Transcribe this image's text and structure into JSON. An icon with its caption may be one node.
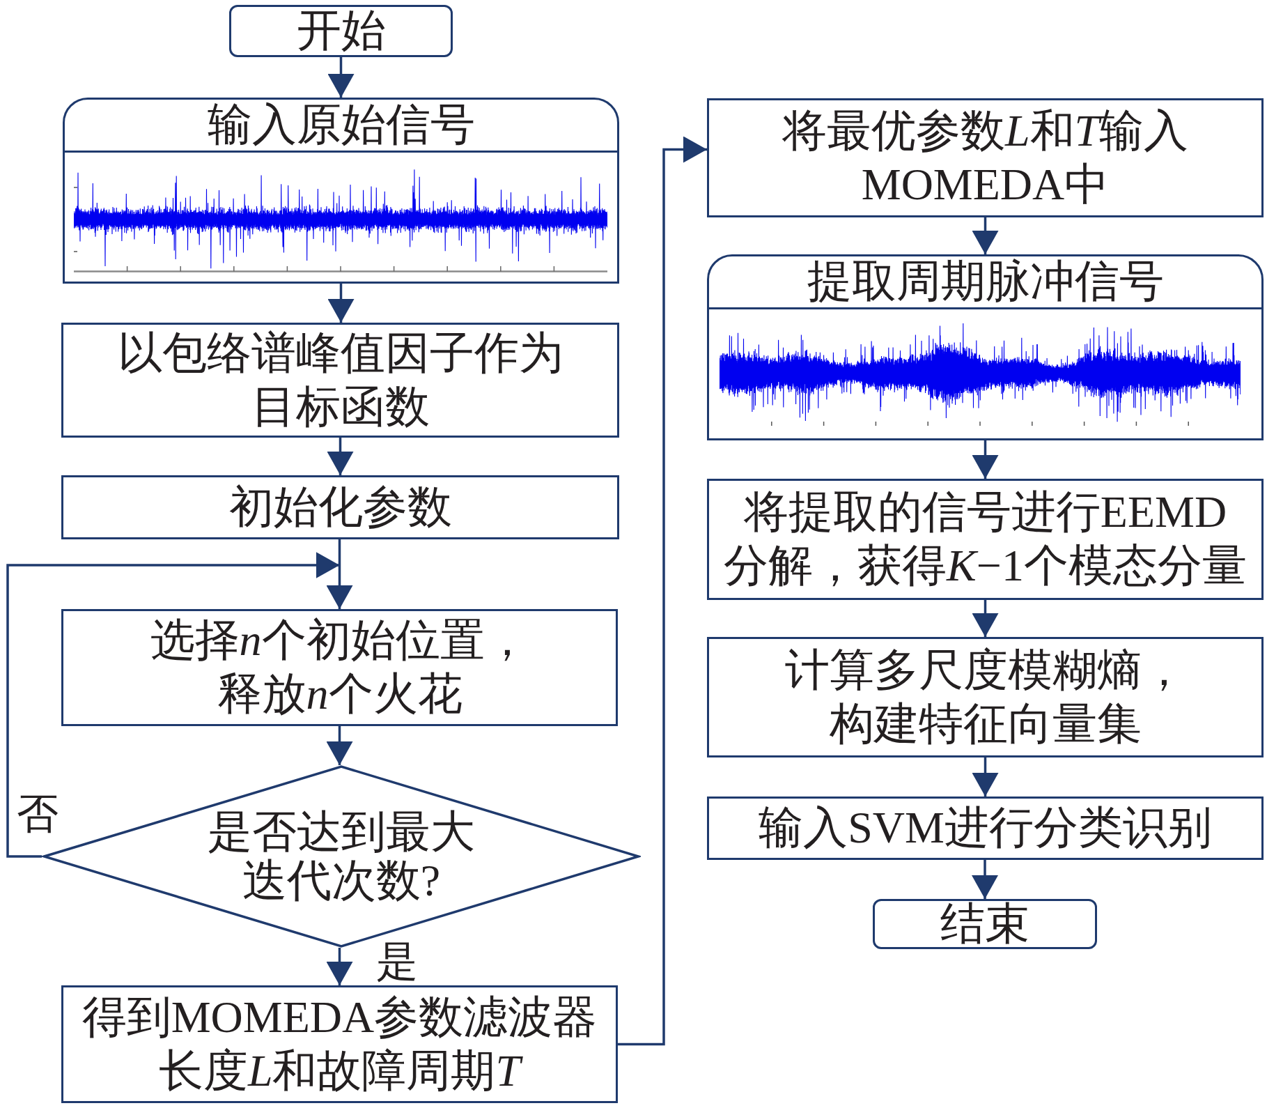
{
  "diagram": {
    "nodes": [
      {
        "text": [
          "开始"
        ]
      },
      {
        "text": [
          "输入原始信号"
        ]
      },
      {
        "text": [
          "以包络谱峰值因子作为目标函数"
        ]
      },
      {
        "text": [
          "初始化参数"
        ]
      },
      {
        "text": [
          "选择n个初始位置，释放n个火花"
        ]
      },
      {
        "text": [
          "是否达到最大迭代次数?"
        ]
      },
      {
        "text": [
          "得到MOMEDA参数滤波器长度L和故障周期T"
        ]
      },
      {
        "text": [
          "将最优参数L和T输入MOMEDA中"
        ]
      },
      {
        "text": [
          "提取周期脉冲信号"
        ]
      },
      {
        "text": [
          "将提取的信号进行EEMD分解，获得K−1个模态分量"
        ]
      },
      {
        "text": [
          "计算多尺度模糊熵，构建特征向量集"
        ]
      },
      {
        "text": [
          "输入SVM进行分类识别"
        ]
      },
      {
        "text": [
          "结束"
        ]
      }
    ],
    "edges": [
      {
        "from": 0,
        "to": 1,
        "arrow": "to"
      },
      {
        "from": 1,
        "to": 2,
        "arrow": "to"
      },
      {
        "from": 2,
        "to": 3,
        "arrow": "to"
      },
      {
        "from": 3,
        "to": 4,
        "arrow": "to"
      },
      {
        "from": 4,
        "to": 5,
        "arrow": "to"
      },
      {
        "from": 5,
        "to": 6,
        "arrow": "to",
        "label": "是"
      },
      {
        "from": 5,
        "to": 4,
        "arrow": "to",
        "label": "否"
      },
      {
        "from": 6,
        "to": 7,
        "arrow": "to"
      },
      {
        "from": 7,
        "to": 8,
        "arrow": "to"
      },
      {
        "from": 8,
        "to": 9,
        "arrow": "to"
      },
      {
        "from": 9,
        "to": 10,
        "arrow": "to"
      },
      {
        "from": 10,
        "to": 11,
        "arrow": "to"
      },
      {
        "from": 11,
        "to": 12,
        "arrow": "to"
      }
    ]
  }
}
